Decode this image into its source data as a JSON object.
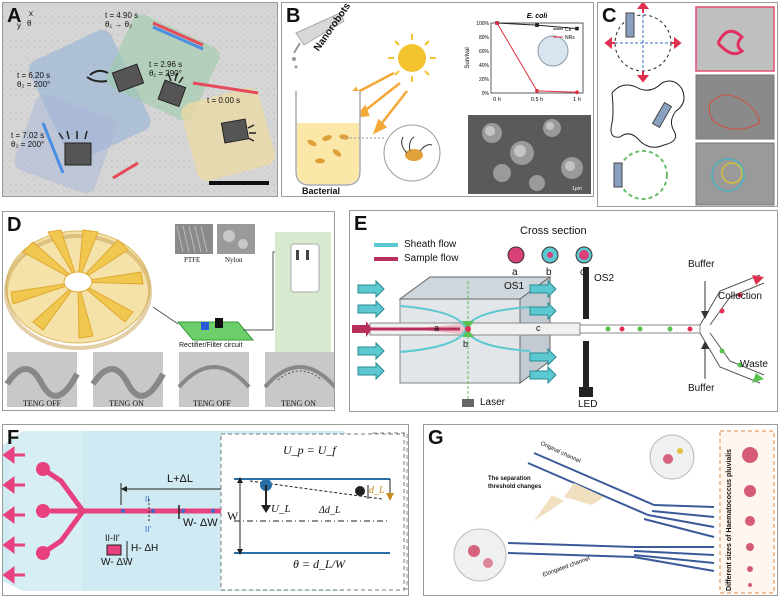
{
  "panels": {
    "A": {
      "label": "A",
      "axis_x": "x",
      "axis_y": "y",
      "axis_theta": "θ",
      "annotations": [
        {
          "line1": "t = 4.90 s",
          "line2": "θ₁ → θ₂"
        },
        {
          "line1": "t = 6.20 s",
          "line2": "θ₂ = 200°"
        },
        {
          "line1": "t = 2.96 s",
          "line2": "θ₁ = 290°"
        },
        {
          "line1": "t = 0.00 s",
          "line2": ""
        },
        {
          "line1": "t = 7.02 s",
          "line2": "θ₂ = 200°"
        }
      ]
    },
    "B": {
      "label": "B",
      "nanorobots": "Nanorobots",
      "bacterial": "Bacterial",
      "chart_title": "E. coli",
      "sem_scale": "1μm"
    },
    "C": {
      "label": "C"
    },
    "D": {
      "label": "D",
      "ptfe": "PTFE",
      "nylon": "Nylon",
      "circuit": "Rectifier/Filter circuit",
      "teng": [
        "TENG OFF",
        "TENG ON",
        "TENG OFF",
        "TENG ON"
      ]
    },
    "E": {
      "label": "E",
      "legend_sheath": "Sheath flow",
      "legend_sample": "Sample flow",
      "cross_section": "Cross section",
      "cs_labels": [
        "a",
        "b",
        "c"
      ],
      "os1": "OS1",
      "os2": "OS2",
      "buffer_top": "Buffer",
      "buffer_bottom": "Buffer",
      "collection": "Collection",
      "waste": "Waste",
      "laser": "Laser",
      "led": "LED",
      "box_a": "a",
      "box_b": "b",
      "box_c": "c"
    },
    "F": {
      "label": "F",
      "l_delta": "L+ΔL",
      "w_delta": "W- ΔW",
      "h_delta": "H- ΔH",
      "w_delta2": "W- ΔW",
      "section": "II-II'",
      "ii": "II",
      "ii_prime": "II'",
      "eq1": "U_p = U_f",
      "w": "W",
      "ul": "U_L",
      "ddl": "Δd_L",
      "dl": "d_L",
      "eq2": "θ = d_L/W"
    },
    "G": {
      "label": "G",
      "original": "Original channel",
      "threshold_line1": "The separation",
      "threshold_line2": "threshold changes",
      "elongated": "Elongated channel",
      "sizes": "Different sizes of Haematococcus pluvialis"
    }
  },
  "chart_data": {
    "type": "line",
    "title": "E. coli",
    "xlabel": "",
    "ylabel": "Survival",
    "categories": [
      "0 h",
      "0.5 h",
      "1 h"
    ],
    "yticks": [
      "0%",
      "20%",
      "40%",
      "60%",
      "80%",
      "100%"
    ],
    "ylim": [
      0,
      100
    ],
    "series": [
      {
        "name": "Ctr",
        "values": [
          100,
          97,
          92
        ],
        "color": "#222222"
      },
      {
        "name": "NRs",
        "values": [
          100,
          3,
          1
        ],
        "color": "#e03040"
      }
    ]
  },
  "colors": {
    "pink": "#e8417f",
    "cyan": "#5cc8d0",
    "yellow": "#f2cc4a",
    "panel_f_bg": "#cfeaf2"
  }
}
